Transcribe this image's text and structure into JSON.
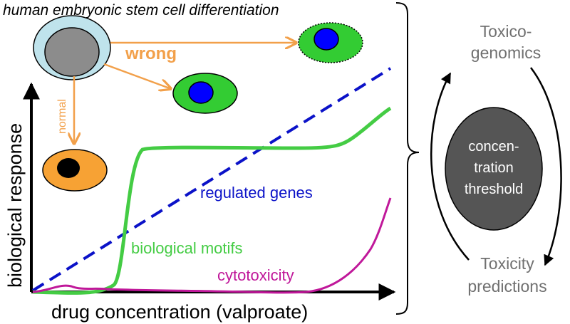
{
  "title": "human embryonic stem cell differentiation",
  "labels": {
    "wrong": "wrong",
    "normal": "normal",
    "regulated_genes": "regulated genes",
    "biological_motifs": "biological motifs",
    "cytotoxicity": "cytotoxicity",
    "x_axis": "drug concentration (valproate)",
    "y_axis": "biological response"
  },
  "cycle": {
    "top_line1": "Toxico-",
    "top_line2": "genomics",
    "center_line1": "concen-",
    "center_line2": "tration",
    "center_line3": "threshold",
    "bottom_line1": "Toxicity",
    "bottom_line2": "predictions"
  },
  "colors": {
    "stem_outer": "#bfe3ec",
    "stem_nucleus": "#8c8c8c",
    "arrow_orange": "#f2a04a",
    "cell_green": "#33cc33",
    "nucleus_blue": "#0000ff",
    "cell_orange": "#f7a234",
    "regulated_genes": "#0b12c8",
    "biological_motifs": "#44cc44",
    "cytotoxicity": "#c0189a",
    "cycle_text": "#707070",
    "threshold_fill": "#555555"
  },
  "icons": [
    "stem-cell-icon",
    "differentiated-cell-icon",
    "curved-cycle-arrow-icon",
    "brace-icon"
  ]
}
